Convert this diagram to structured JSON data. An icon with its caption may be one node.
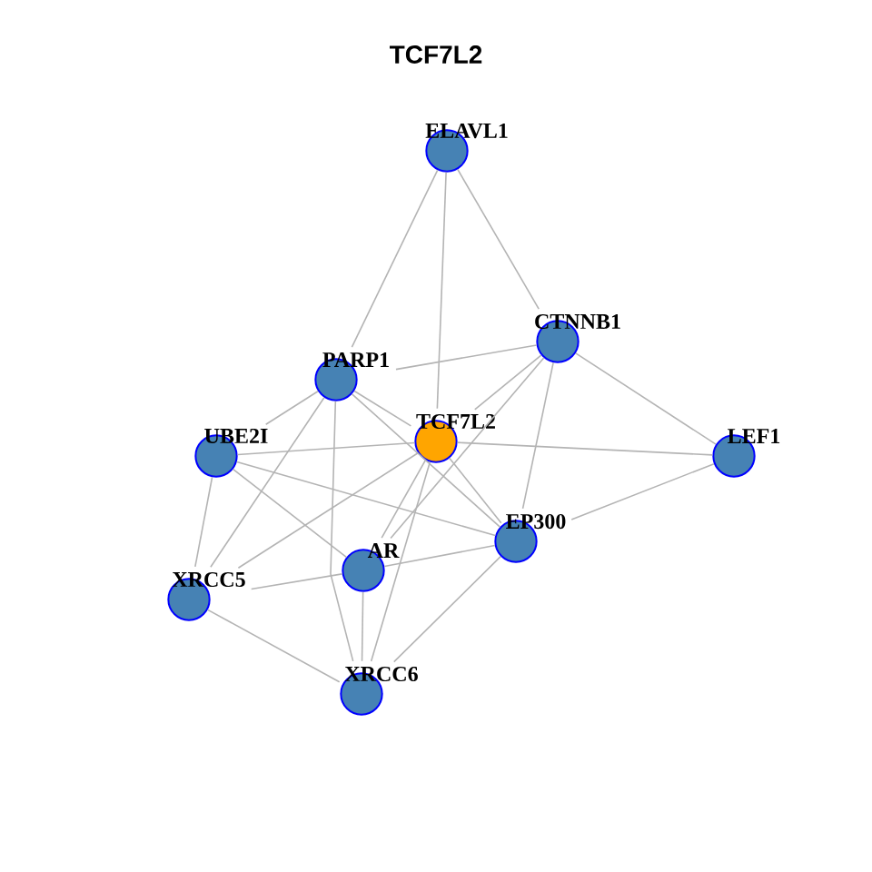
{
  "diagram": {
    "title": "TCF7L2",
    "nodes": [
      {
        "text": [
          "ELAVL1"
        ]
      },
      {
        "text": [
          "CTNNB1"
        ]
      },
      {
        "text": [
          "PARP1"
        ]
      },
      {
        "text": [
          "TCF7L2"
        ]
      },
      {
        "text": [
          "UBE2I"
        ]
      },
      {
        "text": [
          "LEF1"
        ]
      },
      {
        "text": [
          "EP300"
        ]
      },
      {
        "text": [
          "AR"
        ]
      },
      {
        "text": [
          "XRCC5"
        ]
      },
      {
        "text": [
          "XRCC6"
        ]
      }
    ],
    "edges": [
      {
        "from": 0,
        "to": 2,
        "arrow": "none"
      },
      {
        "from": 0,
        "to": 3,
        "arrow": "none"
      },
      {
        "from": 0,
        "to": 1,
        "arrow": "none"
      },
      {
        "from": 1,
        "to": 2,
        "arrow": "none"
      },
      {
        "from": 1,
        "to": 5,
        "arrow": "none"
      },
      {
        "from": 1,
        "to": 3,
        "arrow": "none"
      },
      {
        "from": 1,
        "to": 7,
        "arrow": "none"
      },
      {
        "from": 1,
        "to": 6,
        "arrow": "none"
      },
      {
        "from": 2,
        "to": 4,
        "arrow": "none"
      },
      {
        "from": 2,
        "to": 3,
        "arrow": "none"
      },
      {
        "from": 2,
        "to": 6,
        "arrow": "none"
      },
      {
        "from": 2,
        "to": 9,
        "arrow": "none"
      },
      {
        "from": 2,
        "to": 8,
        "arrow": "none"
      },
      {
        "from": 4,
        "to": 3,
        "arrow": "none"
      },
      {
        "from": 4,
        "to": 6,
        "arrow": "none"
      },
      {
        "from": 4,
        "to": 7,
        "arrow": "none"
      },
      {
        "from": 4,
        "to": 8,
        "arrow": "none"
      },
      {
        "from": 3,
        "to": 5,
        "arrow": "none"
      },
      {
        "from": 3,
        "to": 6,
        "arrow": "none"
      },
      {
        "from": 3,
        "to": 8,
        "arrow": "none"
      },
      {
        "from": 3,
        "to": 7,
        "arrow": "none"
      },
      {
        "from": 3,
        "to": 9,
        "arrow": "none"
      },
      {
        "from": 5,
        "to": 6,
        "arrow": "none"
      },
      {
        "from": 6,
        "to": 7,
        "arrow": "none"
      },
      {
        "from": 6,
        "to": 9,
        "arrow": "none"
      },
      {
        "from": 7,
        "to": 8,
        "arrow": "none"
      },
      {
        "from": 7,
        "to": 9,
        "arrow": "none"
      },
      {
        "from": 8,
        "to": 9,
        "arrow": "none"
      }
    ]
  }
}
